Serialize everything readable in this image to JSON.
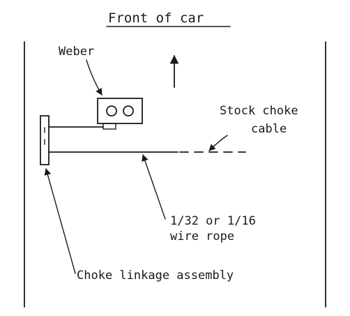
{
  "title": "Front of car",
  "labels": {
    "carburetor": "Weber",
    "stock_cable_line1": "Stock choke",
    "stock_cable_line2": "cable",
    "wire_line1": "1/32 or 1/16",
    "wire_line2": "wire rope",
    "linkage": "Choke linkage assembly"
  },
  "colors": {
    "ink": "#1a1a1a",
    "paper": "#ffffff"
  }
}
